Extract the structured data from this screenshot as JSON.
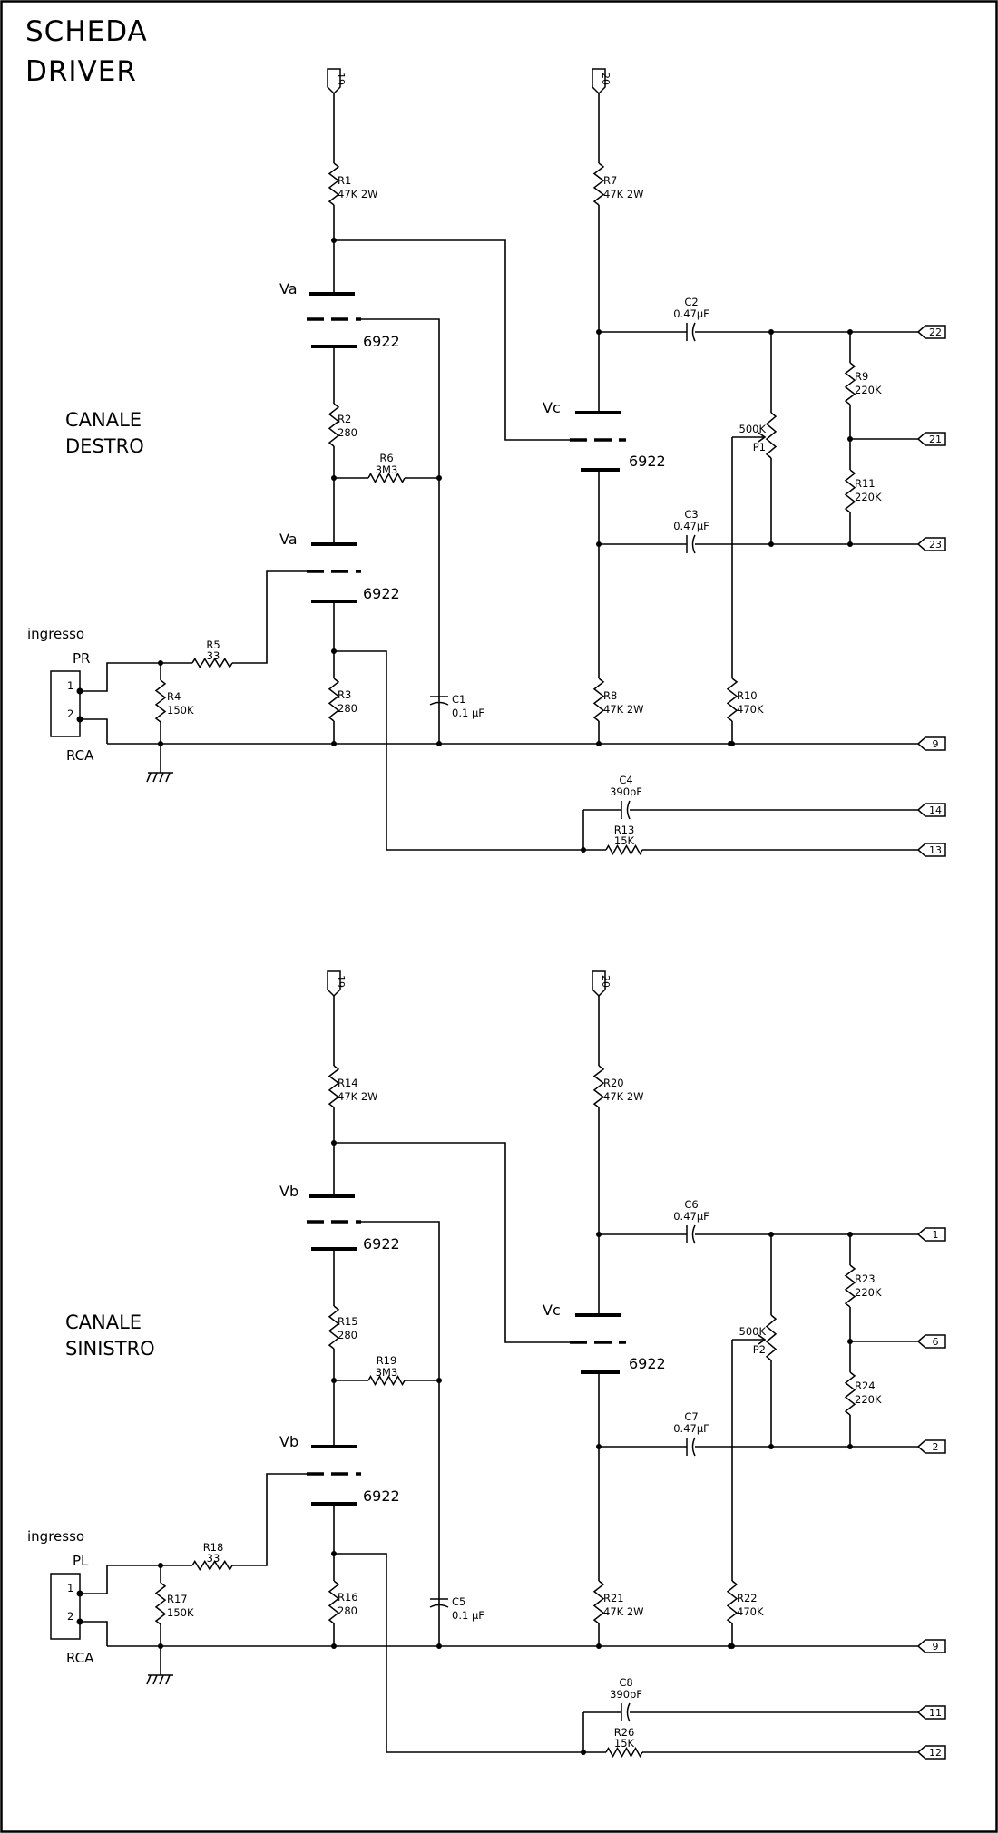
{
  "title": [
    "SCHEDA",
    "DRIVER"
  ],
  "channels": [
    {
      "name": [
        "CANALE",
        "DESTRO"
      ],
      "supply_upper": "19",
      "supply_right": "20",
      "v_stage1": "Va",
      "v_stage2": "Va",
      "v_output": "Vc",
      "tube": "6922",
      "input_label": "ingresso",
      "jack_name": "PR",
      "jack_type": "RCA",
      "pin1": "1",
      "pin2": "2",
      "r_in": {
        "ref": "R5",
        "value": "33"
      },
      "r_grid": {
        "ref": "R4",
        "value": "150K"
      },
      "r_load1": {
        "ref": "R1",
        "value": "47K 2W"
      },
      "r_mid": {
        "ref": "R2",
        "value": "280"
      },
      "r_fb": {
        "ref": "R6",
        "value": "3M3"
      },
      "r_cath": {
        "ref": "R3",
        "value": "280"
      },
      "c_bypass": {
        "ref": "C1",
        "value": "0.1 µF"
      },
      "r_load2": {
        "ref": "R7",
        "value": "47K 2W"
      },
      "r_cath2": {
        "ref": "R8",
        "value": "47K 2W"
      },
      "c_out1": {
        "ref": "C2",
        "value": "0.47µF"
      },
      "c_out2": {
        "ref": "C3",
        "value": "0.47µF"
      },
      "pot": {
        "ref": "P1",
        "value": "500K"
      },
      "r_pot": {
        "ref": "R10",
        "value": "470K"
      },
      "r_div1": {
        "ref": "R9",
        "value": "220K"
      },
      "r_div2": {
        "ref": "R11",
        "value": "220K"
      },
      "c_fb": {
        "ref": "C4",
        "value": "390pF"
      },
      "r_fb2": {
        "ref": "R13",
        "value": "15K"
      },
      "tag_out_top": "22",
      "tag_out_mid": "21",
      "tag_out_bot": "23",
      "tag_gnd": "9",
      "tag_fb_c": "14",
      "tag_fb_r": "13"
    },
    {
      "name": [
        "CANALE",
        "SINISTRO"
      ],
      "supply_upper": "19",
      "supply_right": "20",
      "v_stage1": "Vb",
      "v_stage2": "Vb",
      "v_output": "Vc",
      "tube": "6922",
      "input_label": "ingresso",
      "jack_name": "PL",
      "jack_type": "RCA",
      "pin1": "1",
      "pin2": "2",
      "r_in": {
        "ref": "R18",
        "value": "33"
      },
      "r_grid": {
        "ref": "R17",
        "value": "150K"
      },
      "r_load1": {
        "ref": "R14",
        "value": "47K 2W"
      },
      "r_mid": {
        "ref": "R15",
        "value": "280"
      },
      "r_fb": {
        "ref": "R19",
        "value": "3M3"
      },
      "r_cath": {
        "ref": "R16",
        "value": "280"
      },
      "c_bypass": {
        "ref": "C5",
        "value": "0.1 µF"
      },
      "r_load2": {
        "ref": "R20",
        "value": "47K 2W"
      },
      "r_cath2": {
        "ref": "R21",
        "value": "47K 2W"
      },
      "c_out1": {
        "ref": "C6",
        "value": "0.47µF"
      },
      "c_out2": {
        "ref": "C7",
        "value": "0.47µF"
      },
      "pot": {
        "ref": "P2",
        "value": "500K"
      },
      "r_pot": {
        "ref": "R22",
        "value": "470K"
      },
      "r_div1": {
        "ref": "R23",
        "value": "220K"
      },
      "r_div2": {
        "ref": "R24",
        "value": "220K"
      },
      "c_fb": {
        "ref": "C8",
        "value": "390pF"
      },
      "r_fb2": {
        "ref": "R26",
        "value": "15K"
      },
      "tag_out_top": "1",
      "tag_out_mid": "6",
      "tag_out_bot": "2",
      "tag_gnd": "9",
      "tag_fb_c": "11",
      "tag_fb_r": "12"
    }
  ]
}
